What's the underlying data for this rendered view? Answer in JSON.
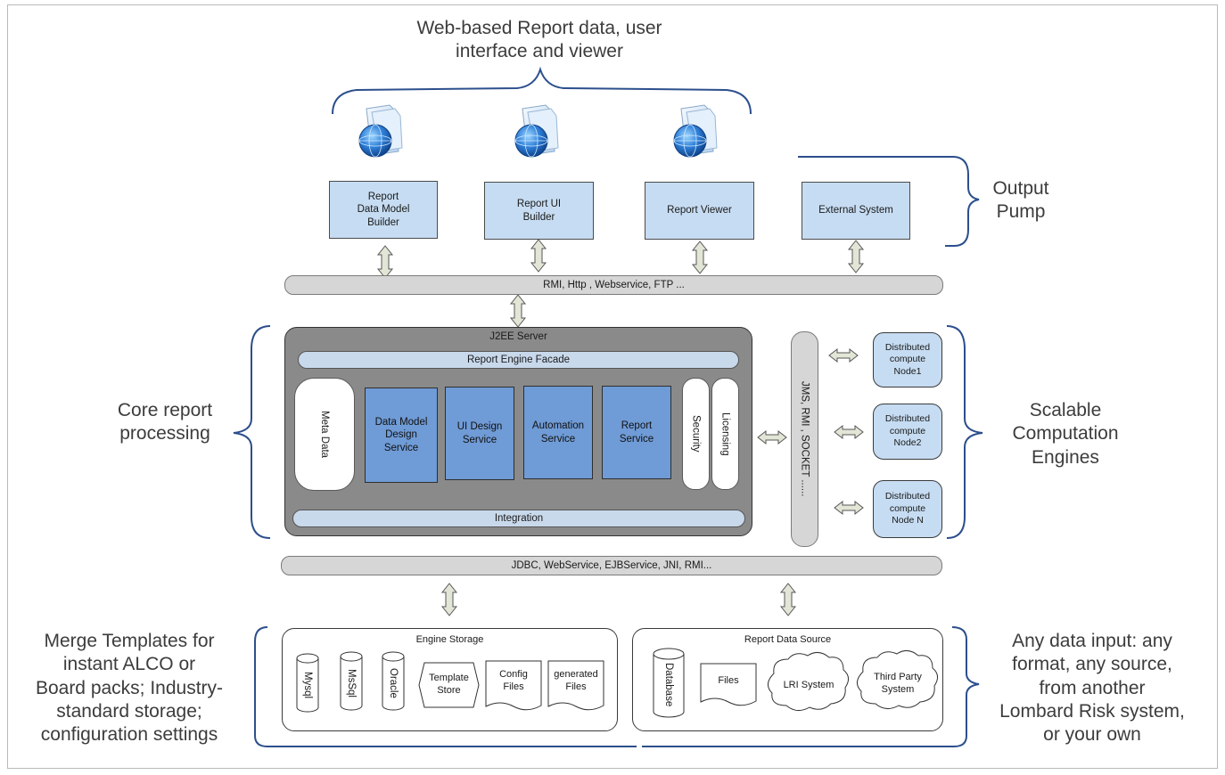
{
  "top_label": "Web-based Report data, user\ninterface and viewer",
  "output_pump_label": "Output\nPump",
  "core_label": "Core report\nprocessing",
  "scalable_label": "Scalable\nComputation\nEngines",
  "merge_label": "Merge Templates for\ninstant ALCO or\nBoard packs; Industry-\nstandard storage;\nconfiguration settings",
  "any_data_label": "Any data input: any\nformat, any source,\nfrom another\nLombard Risk system,\nor your own",
  "outputs": [
    {
      "label": "Report\nData Model\nBuilder",
      "icon": "globe-document-icon"
    },
    {
      "label": "Report UI\nBuilder",
      "icon": "globe-document-icon"
    },
    {
      "label": "Report Viewer",
      "icon": "globe-document-icon"
    },
    {
      "label": "External System"
    }
  ],
  "bus_top": "RMI, Http , Webservice, FTP ...",
  "j2ee": {
    "title": "J2EE Server",
    "facade": "Report Engine Facade",
    "meta": "Meta Data",
    "services": [
      "Data Model\nDesign\nService",
      "UI Design\nService",
      "Automation\nService",
      "Report\nService"
    ],
    "security": "Security",
    "licensing": "Licensing",
    "integration": "Integration"
  },
  "jms": "JMS, RMI , SOCKET ......",
  "nodes": [
    "Distributed\ncompute\nNode1",
    "Distributed\ncompute\nNode2",
    "Distributed\ncompute\nNode N"
  ],
  "bus_bottom": "JDBC, WebService, EJBService, JNI, RMI...",
  "engine_storage": {
    "title": "Engine Storage",
    "dbs": [
      "Mysql",
      "MsSql",
      "Oracle"
    ],
    "template": "Template\nStore",
    "config": "Config\nFiles",
    "generated": "generated\nFiles"
  },
  "report_source": {
    "title": "Report Data Source",
    "database": "Database",
    "files": "Files",
    "lri": "LRI System",
    "third_party": "Third Party\nSystem"
  },
  "colors": {
    "pane_fill": "#c6dcf2",
    "service_fill": "#6f9bd6",
    "server_fill": "#8a8a8a",
    "bus_fill": "#d6d6d6",
    "bracket": "#2c4f8c",
    "arrow_fill": "#e2e6d6"
  }
}
